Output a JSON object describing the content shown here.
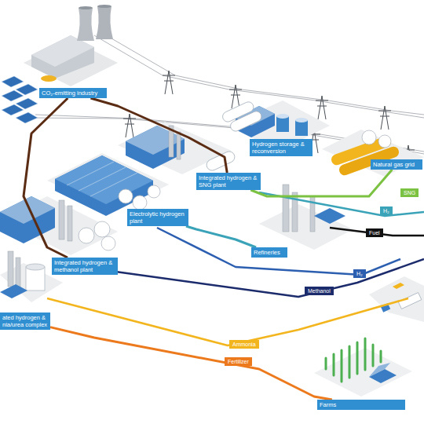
{
  "diagram": {
    "nodes": [
      {
        "text": [
          "CO₂-emitting industry"
        ]
      },
      {
        "text": [
          "Hydrogen storage & reconversion"
        ]
      },
      {
        "text": [
          "Integrated hydrogen & SNG plant"
        ]
      },
      {
        "text": [
          "Natural gas grid"
        ]
      },
      {
        "text": [
          "Electrolytic hydrogen plant"
        ]
      },
      {
        "text": [
          "Refineries"
        ]
      },
      {
        "text": [
          "Integrated hydrogen & methanol plant"
        ]
      },
      {
        "text": [
          "ated hydrogen & nia/urea complex"
        ]
      },
      {
        "text": [
          "Farms"
        ]
      }
    ],
    "edges": [
      {
        "from": 0,
        "to": 2,
        "arrow": "none"
      },
      {
        "from": 0,
        "to": 6,
        "arrow": "none"
      },
      {
        "from": 2,
        "to": 3,
        "label": "SNG",
        "arrow": "none"
      },
      {
        "from": 4,
        "to": 5,
        "arrow": "none"
      },
      {
        "from": 7,
        "to": 8,
        "label": "Fertilizer",
        "arrow": "none"
      }
    ],
    "labels": [
      "H₂",
      "Fuel",
      "H₂",
      "Methanol",
      "Ammonia"
    ]
  }
}
